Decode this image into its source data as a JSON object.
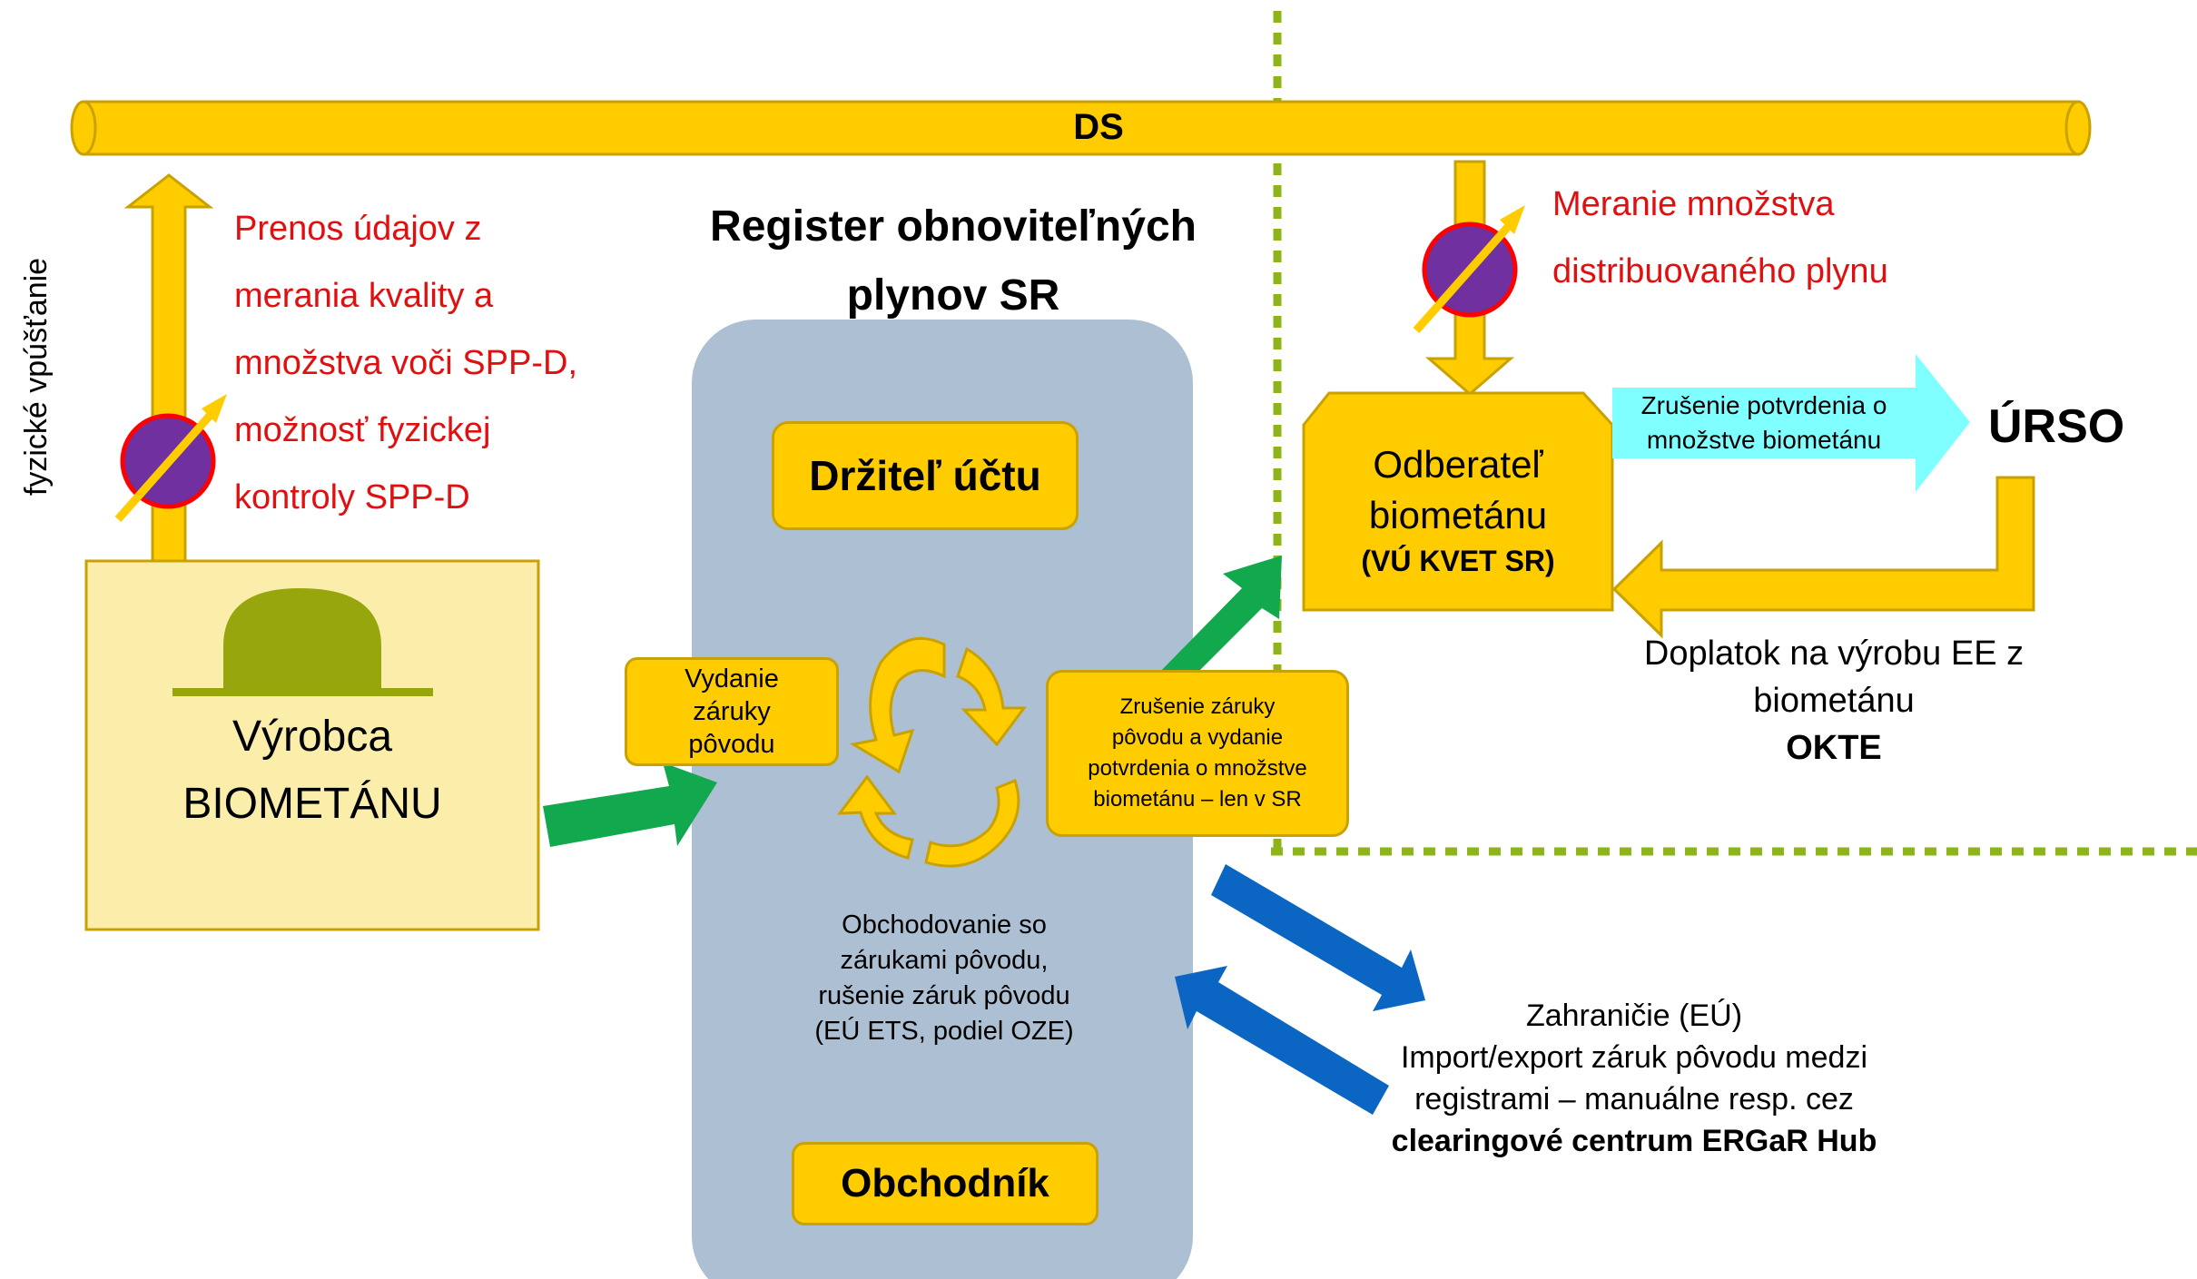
{
  "colors": {
    "pipe_yellow": "#ffcc00",
    "pipe_edge": "#c9a100",
    "register_bg": "#adbfd3",
    "producer_bg": "#fbeeaa",
    "dome": "#98a60e",
    "green_arrow": "#12a84d",
    "blue_arrow": "#0a66c2",
    "cyan_arrow": "#7fffff",
    "meter_purple": "#7030a0",
    "meter_ring": "#ff0000",
    "dotted_line": "#8db41a",
    "annotation_red": "#e11010"
  },
  "icons": [
    "gas-meter-icon",
    "dome-icon",
    "cycle-arrows-icon"
  ],
  "pipe": {
    "label": "DS"
  },
  "side_label": "fyzické vpúšťanie",
  "left_note": {
    "line1": "Prenos údajov z",
    "line2": "merania kvality a",
    "line3": "množstva voči SPP-D,",
    "line4": "možnosť fyzickej",
    "line5": "kontroly SPP-D"
  },
  "producer": {
    "line1": "Výrobca",
    "line2": "BIOMETÁNU"
  },
  "register": {
    "title1": "Register obnoviteľných",
    "title2": "plynov SR",
    "account_holder": "Držiteľ účtu",
    "issue": {
      "line1": "Vydanie",
      "line2": "záruky",
      "line3": "pôvodu"
    },
    "trading": {
      "line1": "Obchodovanie so",
      "line2": "zárukami pôvodu,",
      "line3": "rušenie záruk pôvodu",
      "line4": "(EÚ ETS, podiel OZE)"
    },
    "trader": "Obchodník"
  },
  "cancellation": {
    "line1": "Zrušenie záruky",
    "line2": "pôvodu a vydanie",
    "line3": "potvrdenia o množstve",
    "line4": "biometánu – len v SR"
  },
  "right_note": {
    "line1": "Meranie množstva",
    "line2": "distribuovaného plynu"
  },
  "consumer": {
    "line1": "Odberateľ",
    "line2": "biometánu",
    "line3": "(VÚ KVET SR)"
  },
  "cyan_arrow": {
    "line1": "Zrušenie potvrdenia o",
    "line2": "množstve biometánu"
  },
  "urso": "ÚRSO",
  "okte": {
    "line1": "Doplatok na výrobu EE z",
    "line2": "biometánu",
    "line3": "OKTE"
  },
  "foreign": {
    "line1": "Zahraničie (EÚ)",
    "line2": "Import/export záruk pôvodu medzi",
    "line3": "registrami – manuálne resp. cez",
    "line4": "clearingové centrum ERGaR Hub"
  }
}
